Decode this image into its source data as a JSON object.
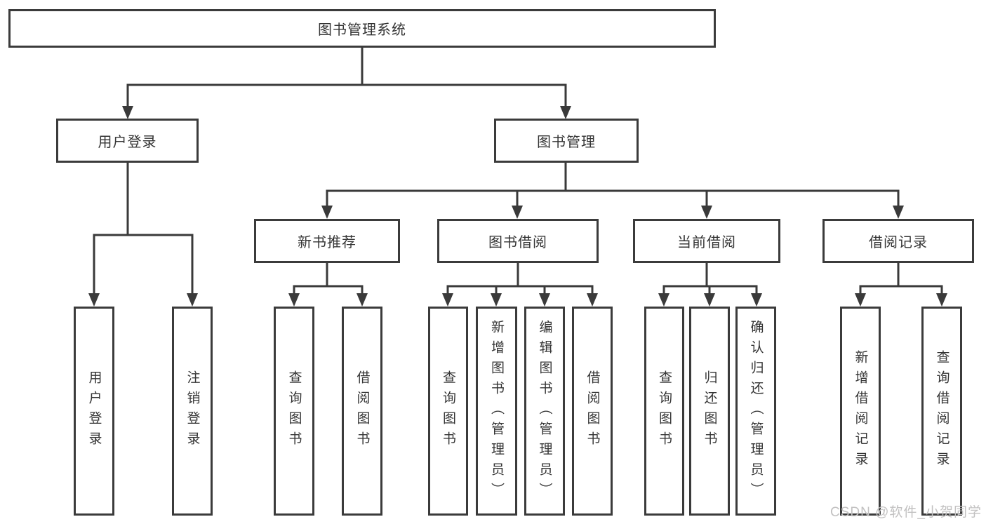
{
  "diagram": {
    "root": {
      "label": "图书管理系统"
    },
    "level2": [
      {
        "label": "用户登录"
      },
      {
        "label": "图书管理"
      }
    ],
    "level3": [
      {
        "label": "新书推荐"
      },
      {
        "label": "图书借阅"
      },
      {
        "label": "当前借阅"
      },
      {
        "label": "借阅记录"
      }
    ],
    "leaves": {
      "user_login": [
        {
          "label": "用户登录"
        },
        {
          "label": "注销登录"
        }
      ],
      "new_book": [
        {
          "label": "查询图书"
        },
        {
          "label": "借阅图书"
        }
      ],
      "book_borrow": [
        {
          "label": "查询图书"
        },
        {
          "label": "新增图书（管理员）"
        },
        {
          "label": "编辑图书（管理员）"
        },
        {
          "label": "借阅图书"
        }
      ],
      "current_borrow": [
        {
          "label": "查询图书"
        },
        {
          "label": "归还图书"
        },
        {
          "label": "确认归还（管理员）"
        }
      ],
      "borrow_record": [
        {
          "label": "新增借阅记录"
        },
        {
          "label": "查询借阅记录"
        }
      ]
    }
  },
  "colors": {
    "line": "#3a3a3a",
    "box_border": "#3b3b3b",
    "text": "#343434",
    "watermark": "#c2c1c1",
    "background": "#ffffff"
  },
  "watermark": {
    "text": "CSDN @软件_小贺同学"
  }
}
